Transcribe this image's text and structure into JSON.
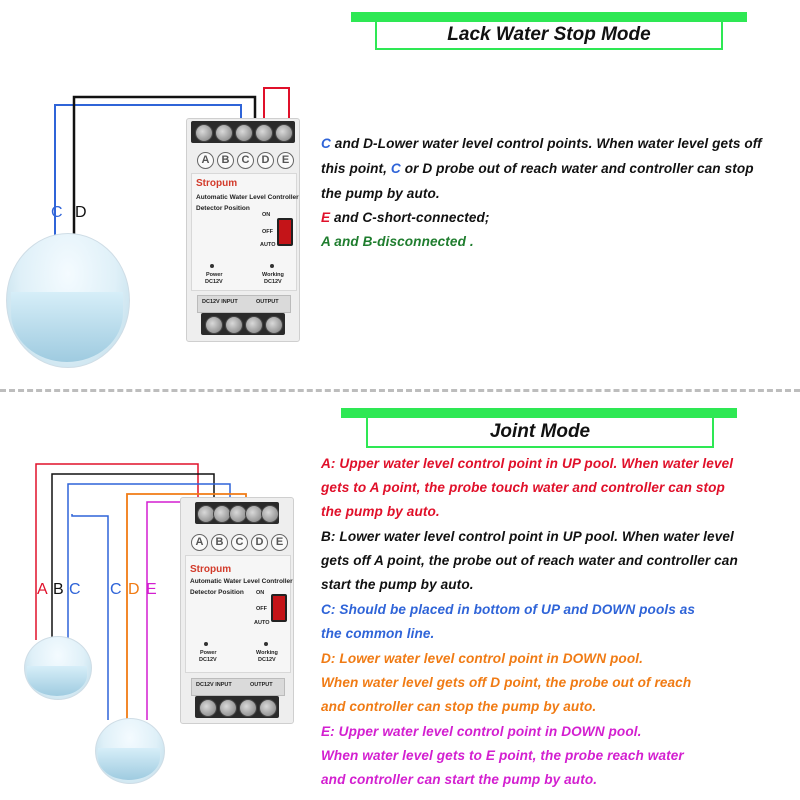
{
  "section1": {
    "title": "Lack Water Stop Mode",
    "wire_labels": [
      "C",
      "D"
    ],
    "lines": [
      [
        {
          "t": "C",
          "c": "blue"
        },
        {
          "t": " and D-Lower water level control points. When water level gets off",
          "c": "black"
        }
      ],
      [
        {
          "t": "this point, ",
          "c": "black"
        },
        {
          "t": "C",
          "c": "blue"
        },
        {
          "t": " or D probe out of reach water and controller can stop",
          "c": "black"
        }
      ],
      [
        {
          "t": "the pump by auto.",
          "c": "black"
        }
      ],
      [
        {
          "t": "E",
          "c": "red"
        },
        {
          "t": " and C-short-connected;",
          "c": "black"
        }
      ],
      [
        {
          "t": "A and B-disconnected .",
          "c": "green"
        }
      ]
    ]
  },
  "section2": {
    "title": "Joint Mode",
    "wire_labels_left": [
      "A",
      "B",
      "C"
    ],
    "wire_labels_right": [
      "C",
      "D",
      "E"
    ],
    "lines": [
      [
        {
          "t": "A:  Upper water level control point in UP pool. When water level",
          "c": "red"
        }
      ],
      [
        {
          "t": "gets to A point, the probe touch water and controller can stop",
          "c": "red"
        }
      ],
      [
        {
          "t": "the pump by auto.",
          "c": "red"
        }
      ],
      [
        {
          "t": "B:  Lower water level control point in UP pool. When water level",
          "c": "black"
        }
      ],
      [
        {
          "t": "gets off A point, the probe out of reach water and controller can",
          "c": "black"
        }
      ],
      [
        {
          "t": "start the pump by auto.",
          "c": "black"
        }
      ],
      [
        {
          "t": "C:  Should be placed in bottom of UP and DOWN pools as",
          "c": "blue"
        }
      ],
      [
        {
          "t": "the common line.",
          "c": "blue"
        }
      ],
      [
        {
          "t": "D:  Lower water level control point in DOWN pool.",
          "c": "orange"
        }
      ],
      [
        {
          "t": "When water level gets off D point,  the probe out of reach",
          "c": "orange"
        }
      ],
      [
        {
          "t": "and controller can stop the pump by auto.",
          "c": "orange"
        }
      ],
      [
        {
          "t": "E: Upper water level control point in DOWN pool.",
          "c": "magenta"
        }
      ],
      [
        {
          "t": "When water level gets to E point, the probe reach water",
          "c": "magenta"
        }
      ],
      [
        {
          "t": "and controller can start the pump by auto.",
          "c": "magenta"
        }
      ]
    ]
  },
  "device": {
    "terminals": [
      "A",
      "B",
      "C",
      "D",
      "E"
    ],
    "brand": "Stropum",
    "title": "Automatic Water Level Controller",
    "detector": "Detector Position",
    "switch_on": "ON",
    "switch_off": "OFF",
    "switch_auto": "AUTO",
    "power_label": "Power",
    "power_volt": "DC12V",
    "working_label": "Working",
    "working_volt": "DC12V",
    "input_label": "DC12V INPUT",
    "output_label": "OUTPUT"
  },
  "colors": {
    "header_green": "#2ee854",
    "wire_blue": "#2f64d8",
    "wire_black": "#111111",
    "wire_red": "#e0102a",
    "wire_orange": "#f07b14",
    "wire_magenta": "#d31fd0"
  }
}
